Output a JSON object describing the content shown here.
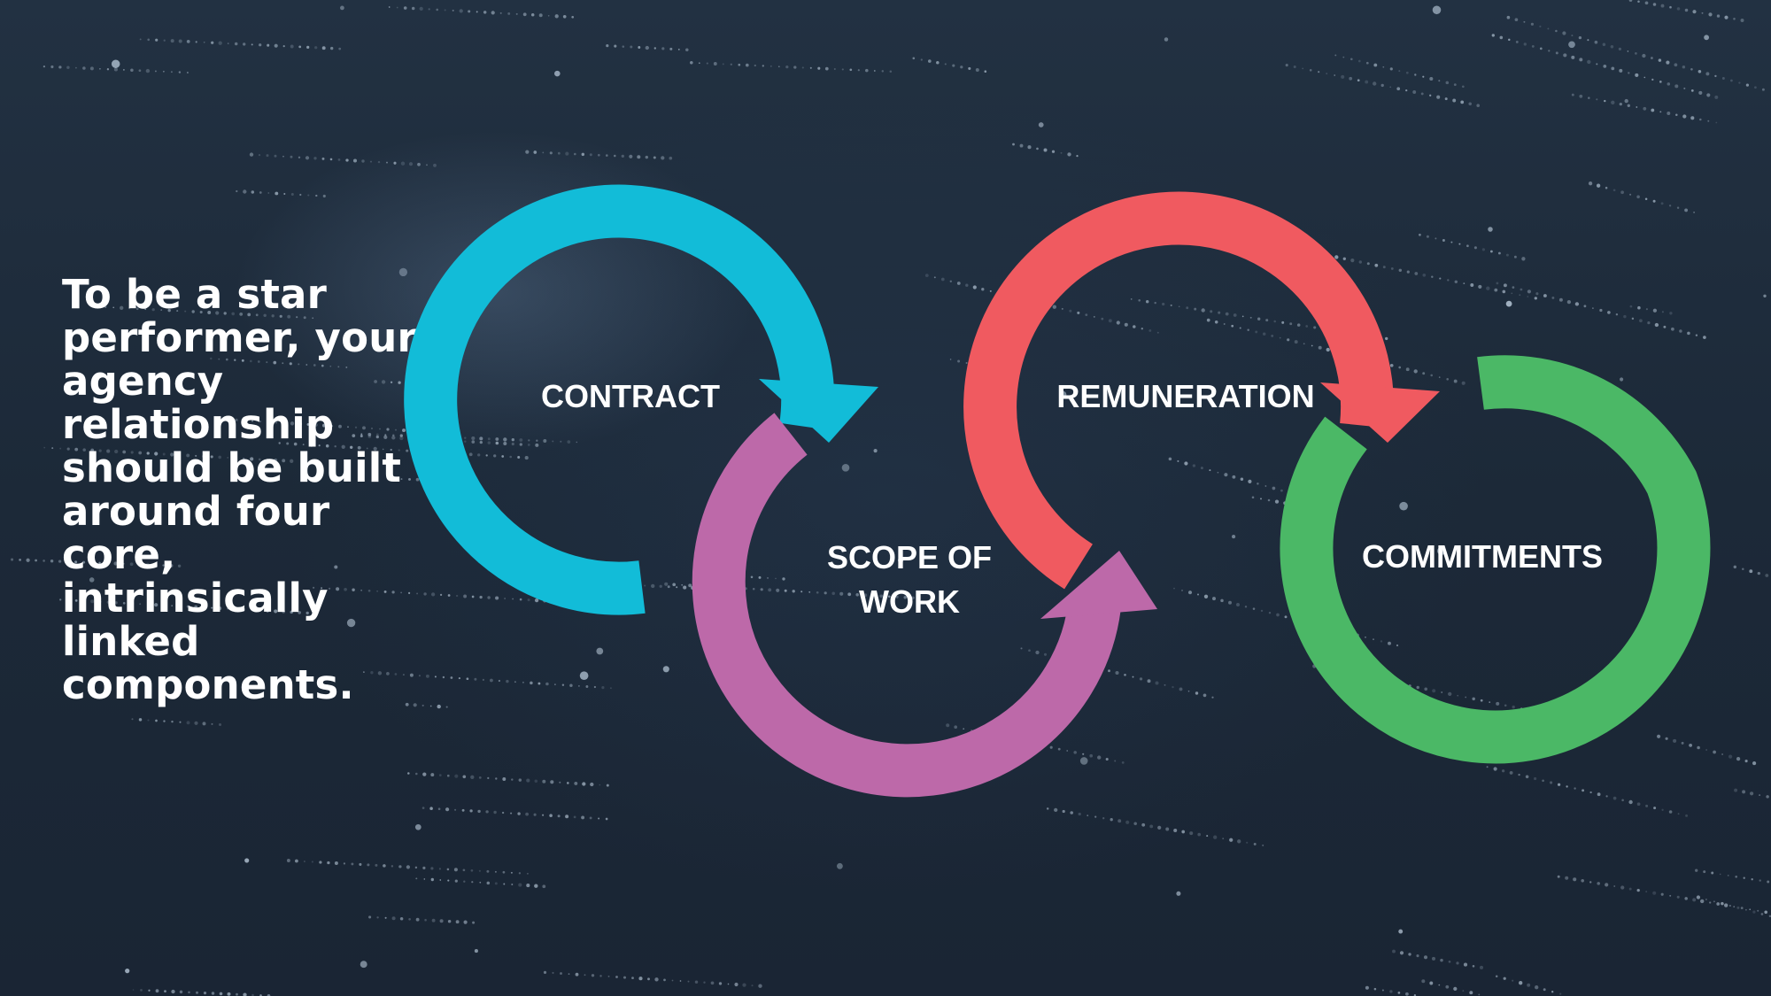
{
  "slide": {
    "intro_text": "To be a star performer, your agency relationship should be built around four core, intrinsically linked components."
  },
  "diagram": {
    "components": [
      {
        "id": "contract",
        "label_lines": [
          "CONTRACT"
        ],
        "color": "#12bcd8"
      },
      {
        "id": "scope-of-work",
        "label_lines": [
          "SCOPE OF",
          "WORK"
        ],
        "color": "#bd69a9"
      },
      {
        "id": "remuneration",
        "label_lines": [
          "REMUNERATION"
        ],
        "color": "#f05a60"
      },
      {
        "id": "commitments",
        "label_lines": [
          "COMMITMENTS"
        ],
        "color": "#4bb866"
      }
    ]
  },
  "colors": {
    "background": "#1d2a3a",
    "text": "#ffffff",
    "sparkle": "#cfe0f0"
  }
}
